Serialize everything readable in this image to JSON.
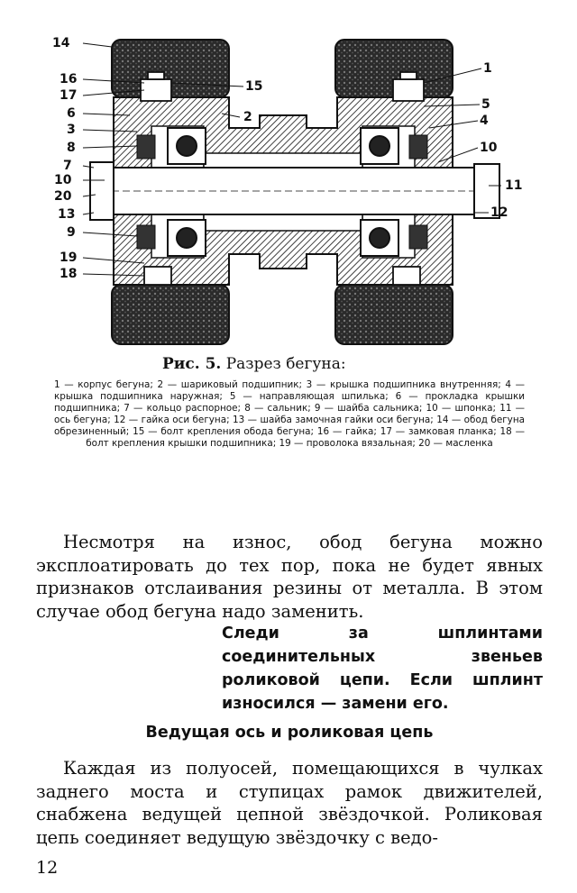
{
  "figure": {
    "callouts_left": [
      "14",
      "16",
      "17",
      "6",
      "3",
      "8",
      "7",
      "10",
      "20",
      "13",
      "9",
      "19",
      "18"
    ],
    "callouts_right": [
      "1",
      "15",
      "2",
      "5",
      "4",
      "10",
      "11",
      "12"
    ]
  },
  "caption": {
    "label": "Рис. 5.",
    "title": "Разрез бегуна:"
  },
  "legend": "1 — корпус бегуна; 2 — шариковый подшипник; 3 — крышка подшипника внутренняя; 4 — крышка подшипника наружная; 5 — направляющая шпилька; 6 — прокладка крышки подшипника; 7 — кольцо распорное; 8 — сальник; 9 — шайба сальника; 10 — шпонка; 11 — ось бегуна; 12 — гайка оси бегуна; 13 — шайба замочная гайки оси бегуна; 14 — обод бегуна обрезиненный; 15 — болт крепления обода бегуна; 16 — гайка; 17 — замковая планка; 18 — болт крепления крышки подшипника; 19 — проволока вязальная; 20 — масленка",
  "paragraph1": "Несмотря на износ, обод бегуна можно эксплоатировать до тех пор, пока не будет явных признаков отслаивания резины от металла. В этом случае обод бегуна надо заменить.",
  "rule": "Следи за шплинтами соединительных звеньев роликовой цепи. Если шплинт износился — замени его.",
  "heading": "Ведущая ось и роликовая цепь",
  "paragraph2": "Каждая из полуосей, помещающихся в чулках заднего моста и ступицах рамок движителей, снабжена ведущей цепной звёздочкой. Роликовая цепь соединяет ведущую звёздочку с ведо-",
  "page_number": "12"
}
